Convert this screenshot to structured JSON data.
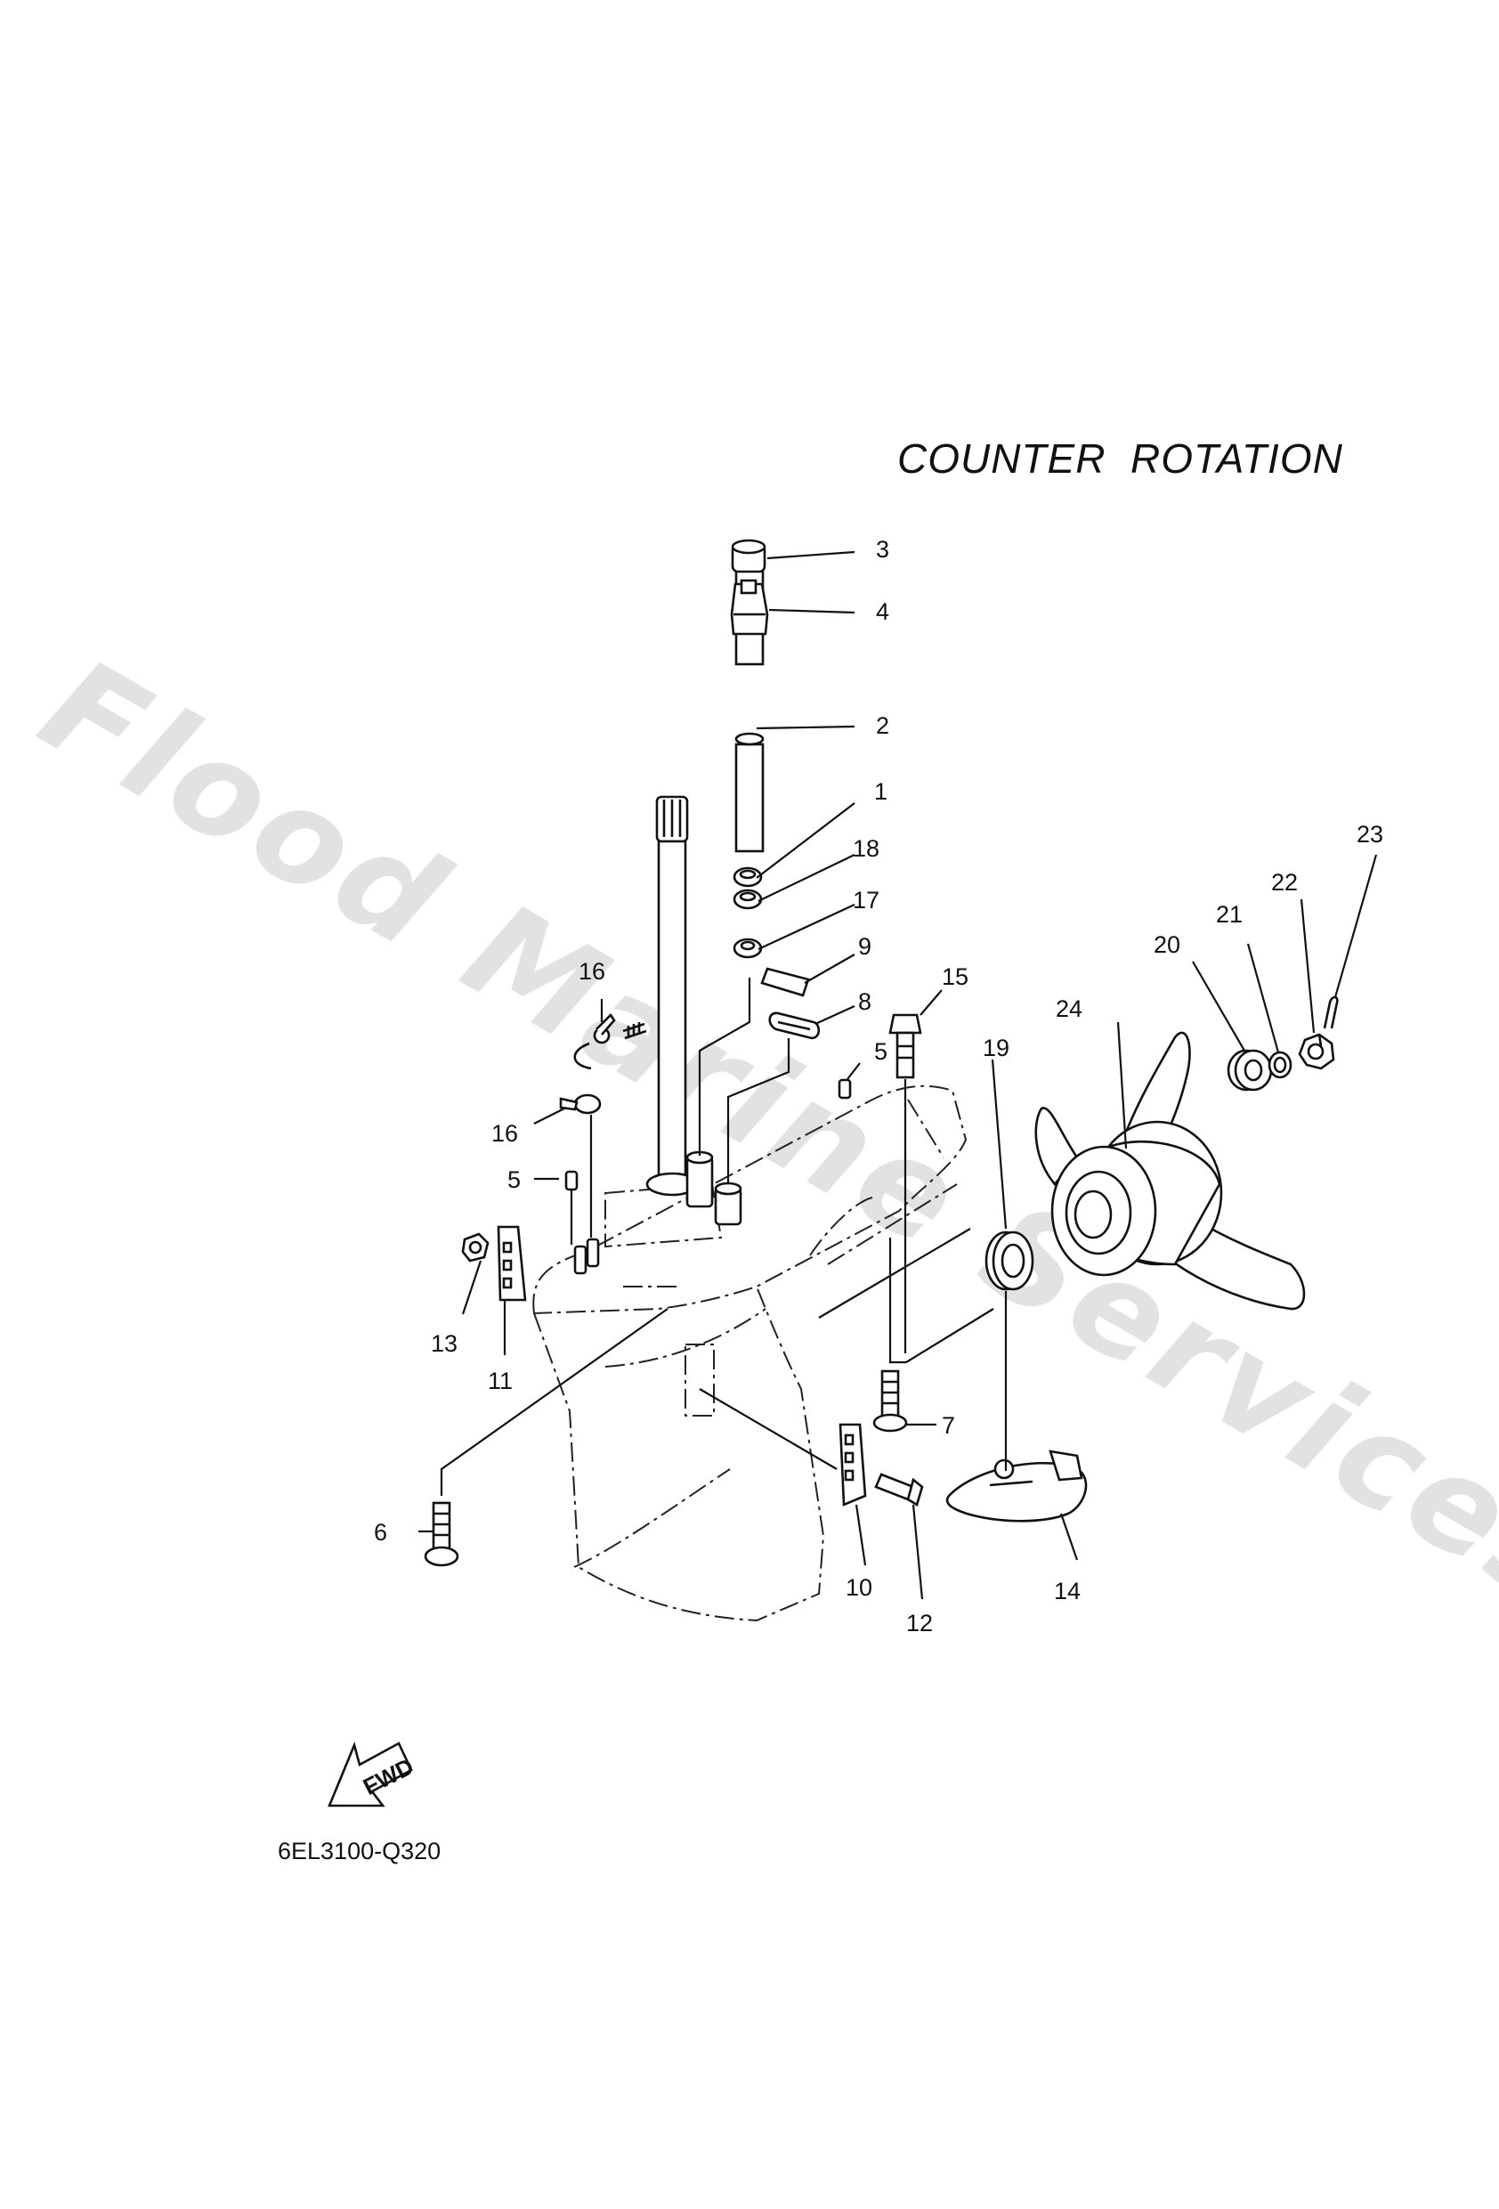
{
  "title": "COUNTER  ROTATION",
  "diagram_code": "6EL3100-Q320",
  "watermark": "Flood Marine Services",
  "fwd_label": "FWD",
  "callouts": [
    "1",
    "2",
    "3",
    "4",
    "5",
    "5",
    "6",
    "7",
    "8",
    "9",
    "10",
    "11",
    "12",
    "13",
    "14",
    "15",
    "16",
    "16",
    "17",
    "18",
    "19",
    "20",
    "21",
    "22",
    "23",
    "24"
  ]
}
